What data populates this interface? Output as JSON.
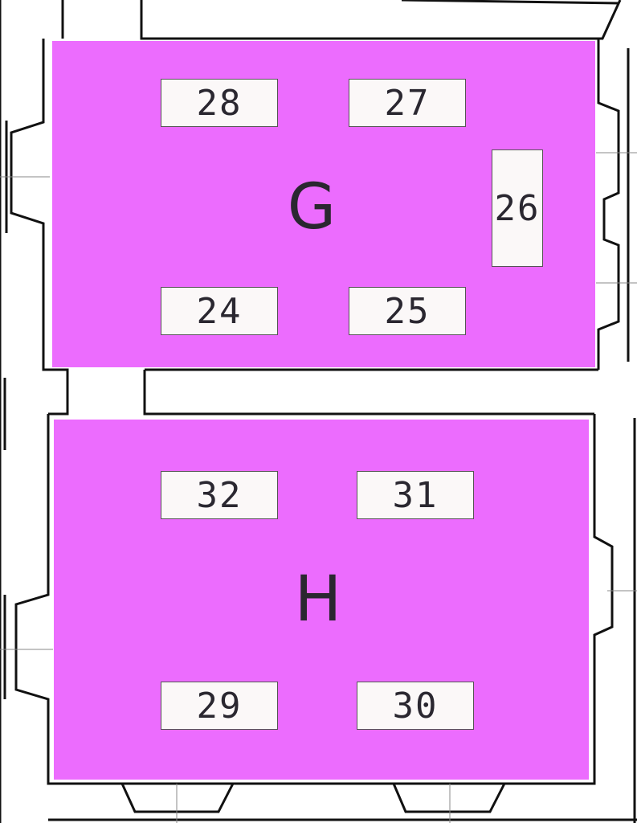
{
  "colors": {
    "room_fill": "#ec6cfe",
    "table_fill": "#fbf8f8",
    "wall": "#111111",
    "text": "#2a2730"
  },
  "rooms": [
    {
      "letter": "G",
      "tables": [
        {
          "number": "28"
        },
        {
          "number": "27"
        },
        {
          "number": "26"
        },
        {
          "number": "24"
        },
        {
          "number": "25"
        }
      ]
    },
    {
      "letter": "H",
      "tables": [
        {
          "number": "32"
        },
        {
          "number": "31"
        },
        {
          "number": "29"
        },
        {
          "number": "30"
        }
      ]
    }
  ]
}
